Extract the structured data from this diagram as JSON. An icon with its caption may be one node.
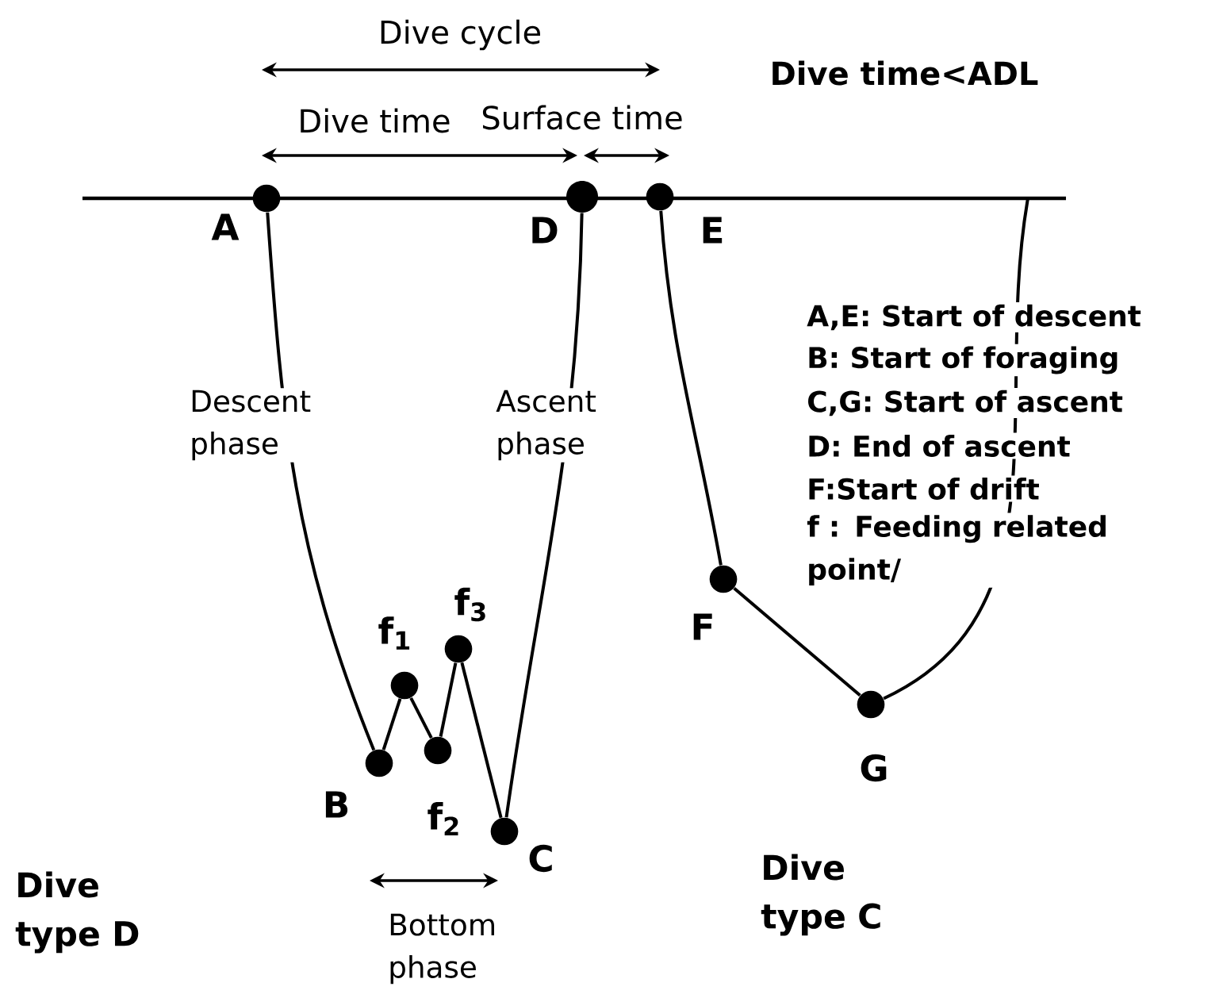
{
  "diagram": {
    "nodes": [
      {
        "text": [],
        "shape": "circle",
        "beside": [
          "A"
        ]
      },
      {
        "text": [],
        "shape": "circle",
        "beside": [
          "B"
        ]
      },
      {
        "text": [],
        "shape": "circle",
        "beside": [
          "f$_{1}$"
        ]
      },
      {
        "text": [],
        "shape": "circle",
        "beside": [
          "f$_{2}$"
        ]
      },
      {
        "text": [],
        "shape": "circle",
        "beside": [
          "f$_{3}$"
        ]
      },
      {
        "text": [],
        "shape": "circle",
        "beside": [
          "C"
        ]
      },
      {
        "text": [],
        "shape": "circle",
        "beside": [
          "D"
        ]
      },
      {
        "text": [],
        "shape": "circle",
        "beside": [
          "E"
        ]
      },
      {
        "text": [],
        "shape": "circle",
        "beside": [
          "F"
        ]
      },
      {
        "text": [],
        "shape": "circle",
        "beside": [
          "G"
        ]
      }
    ],
    "edges": [
      {
        "from": 0,
        "to": 1,
        "arrow": "none"
      },
      {
        "from": 1,
        "to": 2,
        "arrow": "none"
      },
      {
        "from": 2,
        "to": 3,
        "arrow": "none"
      },
      {
        "from": 3,
        "to": 4,
        "arrow": "none"
      },
      {
        "from": 4,
        "to": 5,
        "arrow": "none"
      },
      {
        "from": 5,
        "to": 6,
        "arrow": "none"
      },
      {
        "from": 7,
        "to": 8,
        "arrow": "none"
      },
      {
        "from": 8,
        "to": 9,
        "arrow": "none"
      },
      {
        "from": 9,
        "to": null,
        "arrow": "none"
      }
    ],
    "labels": [
      "Dive cycle",
      "Dive time<ADL",
      "Dive time",
      "Surface time",
      "A,E: Start of descent",
      "B: Start of foraging",
      "C,G: Start of ascent",
      "D: End of ascent",
      "F:Start of drift",
      "f : Feeding related point/",
      "Descent phase",
      "Ascent phase",
      "Dive type D",
      "Bottom phase",
      "Dive type C"
    ]
  }
}
